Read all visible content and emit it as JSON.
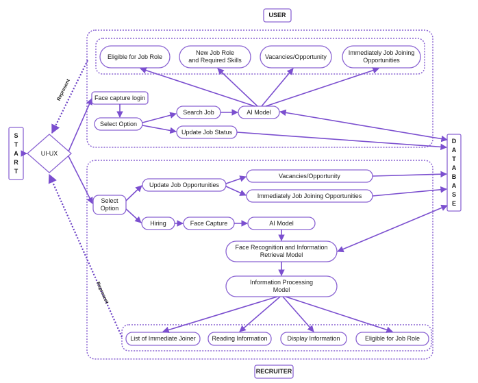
{
  "labels": {
    "user": "USER",
    "recruiter": "RECRUITER",
    "start": "START",
    "database": "DATABASE",
    "ui_ux": "UI-UX",
    "represent_top": "Represent",
    "represent_bottom": "Represent"
  },
  "user_section": {
    "outputs": [
      "Eligible for Job Role",
      "New Job Role\nand Required Skills",
      "Vacancies/Opportunity",
      "Immediately Job Joining\nOpportunities"
    ],
    "face_capture_login": "Face capture login",
    "select_option": "Select Option",
    "search_job": "Search Job",
    "ai_model": "AI Model",
    "update_job_status": "Update Job Status"
  },
  "recruiter_section": {
    "select_option": "Select\nOption",
    "update_job_opportunities": "Update Job Opportunities",
    "vacancies": "Vacancies/Opportunity",
    "immediately_joining": "Immediately Job Joining  Opportunities",
    "hiring": "Hiring",
    "face_capture": "Face Capture",
    "ai_model": "AI Model",
    "face_recognition": "Face Recognition and Information\nRetrieval Model",
    "info_processing": "Information Processing\nModel",
    "outputs": [
      "List of Immediate Joiner",
      "Reading Information",
      "Display Information",
      "Eligible for Job Role"
    ]
  },
  "colors": {
    "accent": "#7b4fcf",
    "stroke": "#8a63d2"
  }
}
